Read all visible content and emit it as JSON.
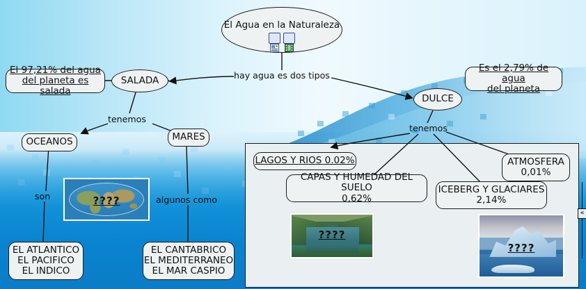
{
  "map": {
    "title": "El Agua en la Naturaleza",
    "root_resources": [
      {
        "name": "document-image-resource-icon",
        "glyph": "▤"
      },
      {
        "name": "video-filmstrip-resource-icon",
        "glyph": "▦"
      }
    ]
  },
  "nodes": {
    "root": {
      "label": "El Agua en la Naturaleza"
    },
    "salada": {
      "label": "SALADA"
    },
    "dulce": {
      "label": "DULCE"
    },
    "salada_note": {
      "label": "El 97,21% del agua\ndel planeta es salada",
      "underlined": true
    },
    "dulce_note": {
      "label": "Es el 2,79% de agua\ndel planeta",
      "underlined": true
    },
    "oceanos": {
      "label": "OCEANOS"
    },
    "mares": {
      "label": "MARES"
    },
    "oceanos_list": {
      "label": "EL ATLANTICO\nEL PACIFICO\nEL INDICO"
    },
    "mares_list": {
      "label": "EL CANTABRICO\nEL MEDITERRANEO\nEL MAR CASPIO"
    },
    "lagos_rios": {
      "label": "LAGOS Y RIOS 0.02%",
      "underlined": true
    },
    "capas_suelo": {
      "label": "CAPAS Y HUMEDAD DEL SUELO\n0,62%"
    },
    "iceberg": {
      "label": "ICEBERG Y GLACIARES\n2,14%"
    },
    "atmosfera": {
      "label": "ATMOSFERA\n0,01%"
    }
  },
  "linking_phrases": {
    "tipos": "hay agua es dos tipos",
    "tenemos_salada": "tenemos",
    "tenemos_dulce": "tenemos",
    "son": "son",
    "algunos_como": "algunos como"
  },
  "pictures": {
    "world_map": {
      "caption": "????",
      "alt": "world-map-picture"
    },
    "lake": {
      "caption": "????",
      "alt": "lake-and-river-picture"
    },
    "iceberg": {
      "caption": "????",
      "alt": "iceberg-picture"
    }
  },
  "controls": {
    "collapse_handle": "«"
  },
  "colors": {
    "node_fill": "#eef2f3",
    "node_border": "#1a1a1a",
    "panel_fill": "#eaf0f2",
    "water_deep": "#0a84d0",
    "water_light": "#cfeefb"
  }
}
